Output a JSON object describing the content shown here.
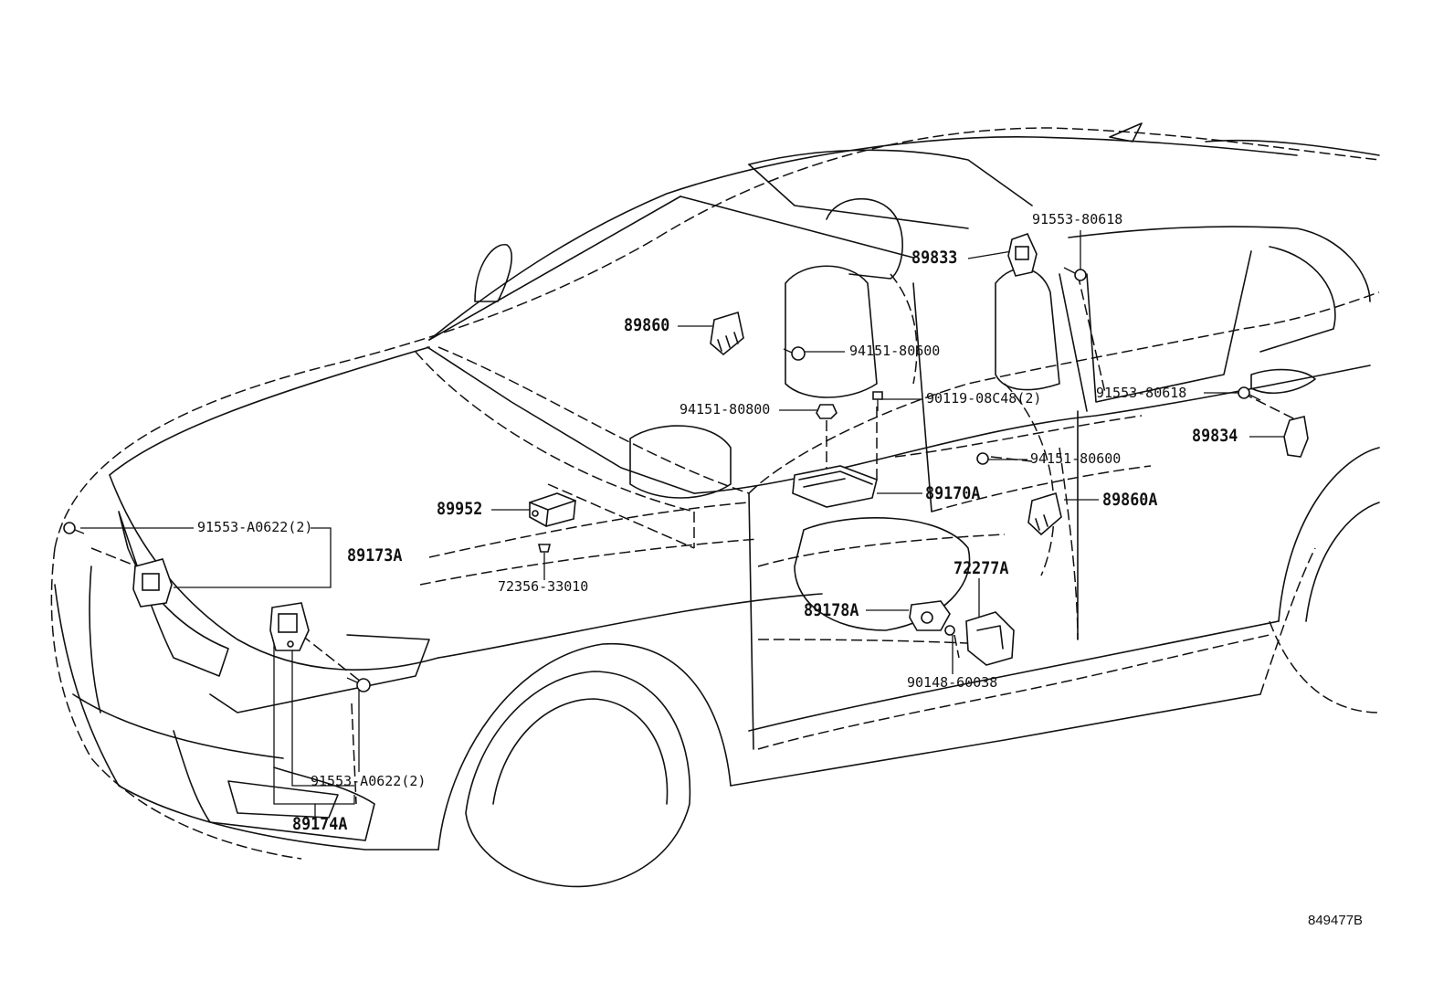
{
  "labels": {
    "p91553_80618_top": "91553-80618",
    "p89833": "89833",
    "p89860": "89860",
    "p94151_80600_a": "94151-80600",
    "p94151_80800": "94151-80800",
    "p90119_08c48": "90119-08C48(2)",
    "p91553_80618_right": "91553-80618",
    "p89834": "89834",
    "p94151_80600_b": "94151-80600",
    "p89952": "89952",
    "p89170a": "89170A",
    "p89860a": "89860A",
    "p91553_a0622_top": "91553-A0622(2)",
    "p89173a": "89173A",
    "p72277a": "72277A",
    "p72356_33010": "72356-33010",
    "p89178a": "89178A",
    "p90148_60038": "90148-60038",
    "p91553_a0622_bottom": "91553-A0622(2)",
    "p89174a": "89174A"
  },
  "diagram_id": "849477B"
}
